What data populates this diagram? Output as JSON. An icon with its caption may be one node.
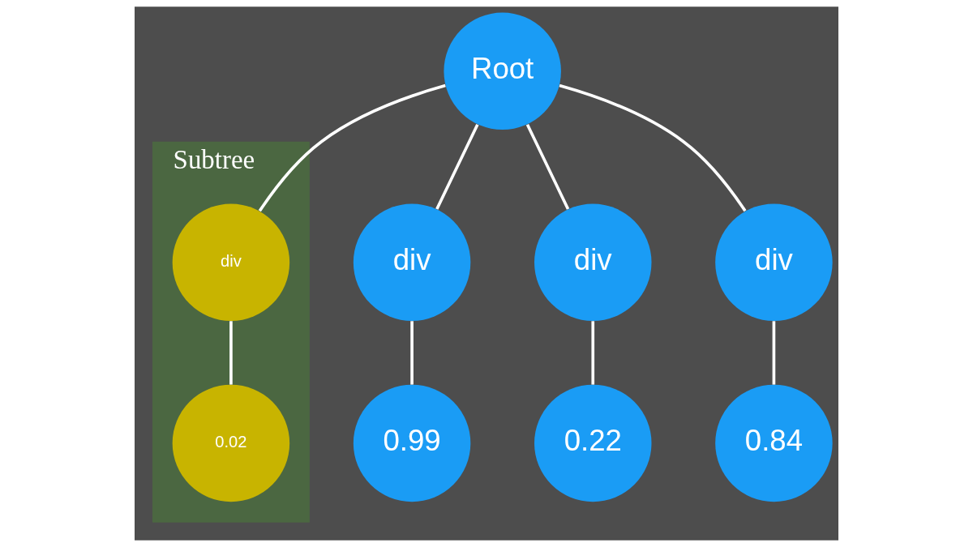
{
  "diagram": {
    "nodes": [
      {
        "text": [
          "Root"
        ]
      },
      {
        "text": [
          "Subtree"
        ]
      },
      {
        "text": [
          "div"
        ],
        "in": 1
      },
      {
        "text": [
          "0.02"
        ],
        "in": 1
      },
      {
        "text": [
          "div"
        ]
      },
      {
        "text": [
          "0.99"
        ]
      },
      {
        "text": [
          "div"
        ]
      },
      {
        "text": [
          "0.22"
        ]
      },
      {
        "text": [
          "div"
        ]
      },
      {
        "text": [
          "0.84"
        ]
      }
    ],
    "edges": [
      {
        "from": 0,
        "to": 2,
        "arrow": "none"
      },
      {
        "from": 0,
        "to": 4,
        "arrow": "none"
      },
      {
        "from": 0,
        "to": 6,
        "arrow": "none"
      },
      {
        "from": 0,
        "to": 8,
        "arrow": "none"
      },
      {
        "from": 2,
        "to": 3,
        "arrow": "none"
      },
      {
        "from": 4,
        "to": 5,
        "arrow": "none"
      },
      {
        "from": 6,
        "to": 7,
        "arrow": "none"
      },
      {
        "from": 8,
        "to": 9,
        "arrow": "none"
      }
    ]
  }
}
